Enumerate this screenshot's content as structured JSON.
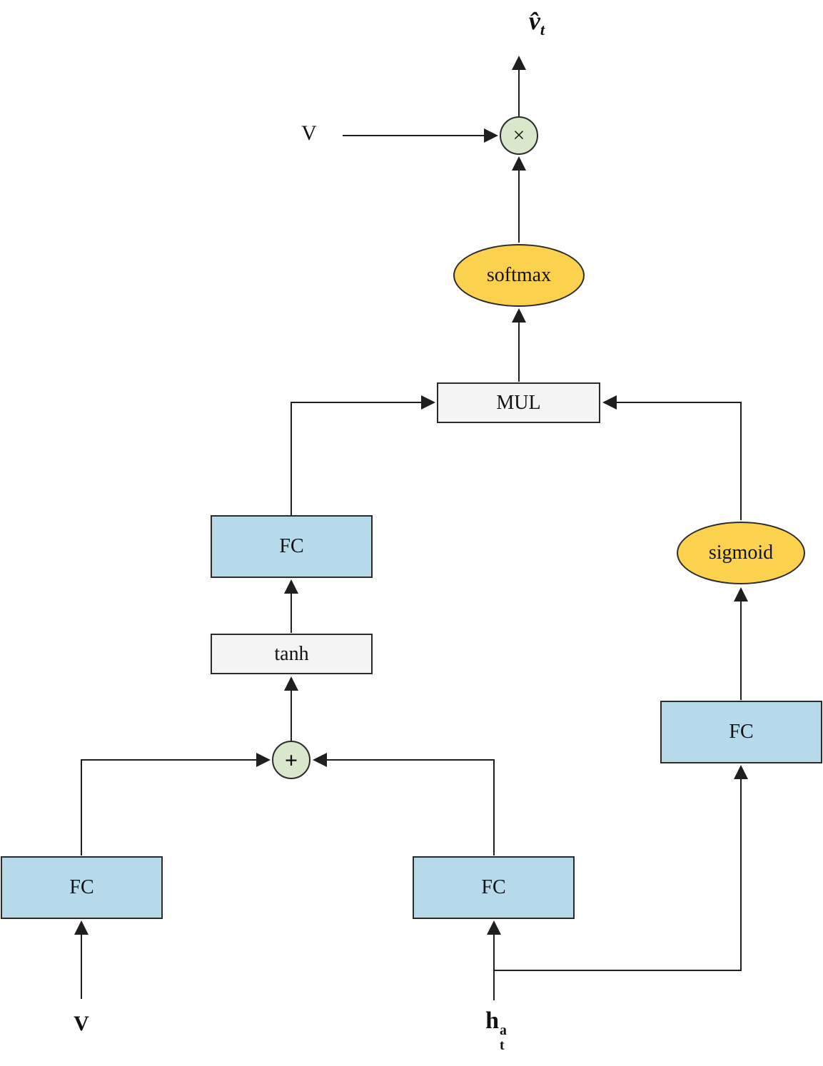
{
  "diagram": {
    "description": "Attention / gating block diagram",
    "output": {
      "base": "v̂",
      "sub": "t"
    },
    "v_top_label": "V",
    "multiply_symbol": "×",
    "softmax_label": "softmax",
    "mul_label": "MUL",
    "fc_attention_label": "FC",
    "tanh_label": "tanh",
    "plus_symbol": "+",
    "sigmoid_label": "sigmoid",
    "fc_gate_label": "FC",
    "fc_visual_label": "FC",
    "fc_hidden_label": "FC",
    "v_bottom_label": "V",
    "hidden_input": {
      "base": "h",
      "sup": "a",
      "sub": "t"
    },
    "colors": {
      "fc_fill": "#b7daea",
      "operation_fill": "#f4f4f4",
      "activation_fill": "#fbd14e",
      "circle_fill": "#d9e8ca",
      "stroke": "#2b2b2b"
    }
  }
}
